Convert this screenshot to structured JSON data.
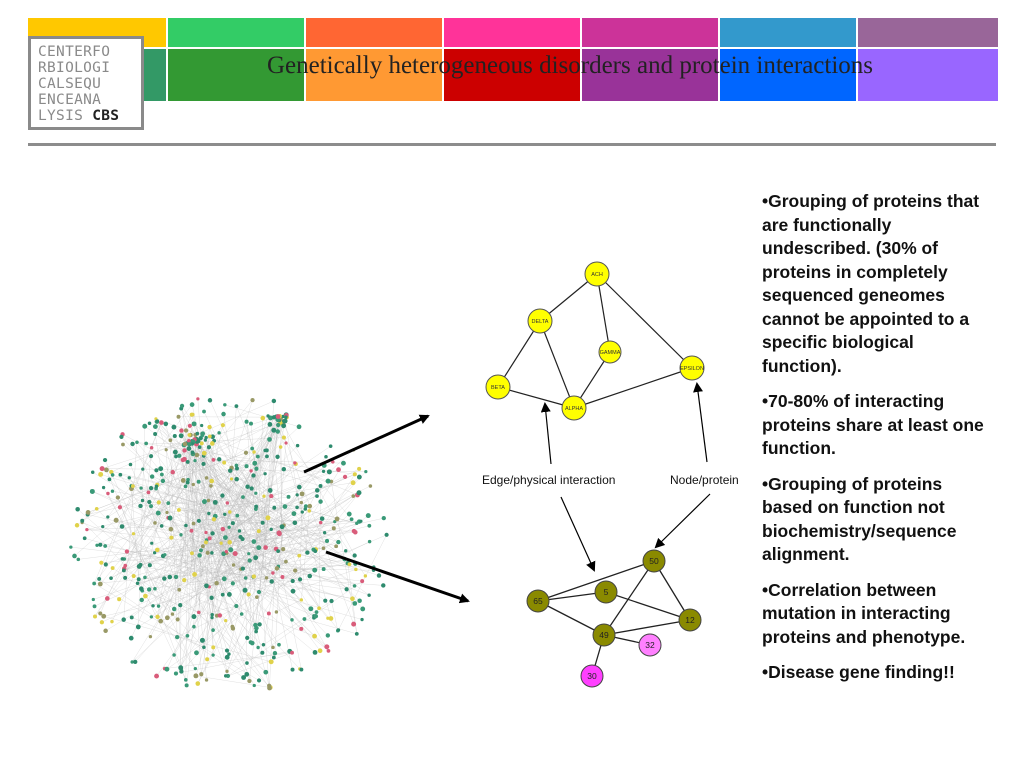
{
  "logo": {
    "lines": [
      "CENTERFO",
      "RBIOLOGI",
      "CALSEQU",
      "ENCEANA",
      "LYSIS"
    ],
    "abbr": "CBS"
  },
  "slide_title": "Genetically heterogeneous disorders and protein interactions",
  "banner_colors": {
    "upper": [
      "#ffc800",
      "#33cc66",
      "#ff6633",
      "#ff3399",
      "#cc3399",
      "#3399cc",
      "#996699"
    ],
    "lower": [
      "#339966",
      "#339933",
      "#ff9933",
      "#cc0000",
      "#993399",
      "#0066ff",
      "#9966ff"
    ]
  },
  "diagram": {
    "label_edge": "Edge/physical interaction",
    "label_node": "Node/protein",
    "top_network": {
      "node_color": "#ffff00",
      "nodes": [
        "ACH",
        "DELTA",
        "GAMMA",
        "EPSILON",
        "BETA",
        "ALPHA"
      ]
    },
    "bottom_network": {
      "node_color_olive": "#8a8a00",
      "node_color_pink": "#ff80ff",
      "nodes": [
        "50",
        "5",
        "65",
        "12",
        "49",
        "32",
        "30"
      ]
    }
  },
  "bullets": [
    "•Grouping of proteins that are functionally undescribed. (30% of proteins in completely sequenced geneomes cannot be appointed to a specific biological function).",
    "•70-80% of interacting proteins share at least one function.",
    "•Grouping of proteins based on function not biochemistry/sequence alignment.",
    "•Correlation between mutation in interacting proteins and phenotype.",
    "•Disease gene finding!!"
  ]
}
